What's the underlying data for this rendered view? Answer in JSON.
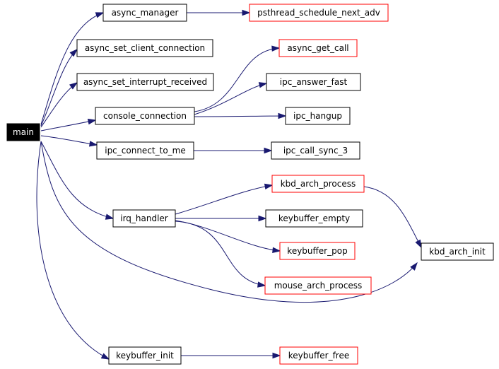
{
  "graph": {
    "edge_color": "#191970",
    "node_border_color": "#000000",
    "external_border_color": "#ff0000",
    "root_fill_color": "#000000",
    "nodes": [
      {
        "id": "main",
        "label": "main",
        "style": "root"
      },
      {
        "id": "async_manager",
        "label": "async_manager",
        "style": "normal"
      },
      {
        "id": "psthread_schedule_next_adv",
        "label": "psthread_schedule_next_adv",
        "style": "external"
      },
      {
        "id": "async_set_client_connection",
        "label": "async_set_client_connection",
        "style": "normal"
      },
      {
        "id": "async_get_call",
        "label": "async_get_call",
        "style": "external"
      },
      {
        "id": "async_set_interrupt_received",
        "label": "async_set_interrupt_received",
        "style": "normal"
      },
      {
        "id": "ipc_answer_fast",
        "label": "ipc_answer_fast",
        "style": "normal"
      },
      {
        "id": "console_connection",
        "label": "console_connection",
        "style": "normal"
      },
      {
        "id": "ipc_hangup",
        "label": "ipc_hangup",
        "style": "normal"
      },
      {
        "id": "ipc_connect_to_me",
        "label": "ipc_connect_to_me",
        "style": "normal"
      },
      {
        "id": "ipc_call_sync_3",
        "label": "ipc_call_sync_3",
        "style": "normal"
      },
      {
        "id": "kbd_arch_process",
        "label": "kbd_arch_process",
        "style": "external"
      },
      {
        "id": "irq_handler",
        "label": "irq_handler",
        "style": "normal"
      },
      {
        "id": "keybuffer_empty",
        "label": "keybuffer_empty",
        "style": "normal"
      },
      {
        "id": "keybuffer_pop",
        "label": "keybuffer_pop",
        "style": "external"
      },
      {
        "id": "kbd_arch_init",
        "label": "kbd_arch_init",
        "style": "normal"
      },
      {
        "id": "mouse_arch_process",
        "label": "mouse_arch_process",
        "style": "external"
      },
      {
        "id": "keybuffer_init",
        "label": "keybuffer_init",
        "style": "normal"
      },
      {
        "id": "keybuffer_free",
        "label": "keybuffer_free",
        "style": "external"
      }
    ],
    "edges": [
      {
        "from": "main",
        "to": "async_manager"
      },
      {
        "from": "main",
        "to": "async_set_client_connection"
      },
      {
        "from": "main",
        "to": "async_set_interrupt_received"
      },
      {
        "from": "main",
        "to": "console_connection"
      },
      {
        "from": "main",
        "to": "ipc_connect_to_me"
      },
      {
        "from": "main",
        "to": "irq_handler"
      },
      {
        "from": "main",
        "to": "kbd_arch_init"
      },
      {
        "from": "main",
        "to": "keybuffer_init"
      },
      {
        "from": "async_manager",
        "to": "psthread_schedule_next_adv"
      },
      {
        "from": "console_connection",
        "to": "async_get_call"
      },
      {
        "from": "console_connection",
        "to": "ipc_answer_fast"
      },
      {
        "from": "console_connection",
        "to": "ipc_hangup"
      },
      {
        "from": "ipc_connect_to_me",
        "to": "ipc_call_sync_3"
      },
      {
        "from": "irq_handler",
        "to": "kbd_arch_process"
      },
      {
        "from": "irq_handler",
        "to": "keybuffer_empty"
      },
      {
        "from": "irq_handler",
        "to": "keybuffer_pop"
      },
      {
        "from": "irq_handler",
        "to": "mouse_arch_process"
      },
      {
        "from": "kbd_arch_process",
        "to": "kbd_arch_init"
      },
      {
        "from": "keybuffer_init",
        "to": "keybuffer_free"
      }
    ]
  }
}
